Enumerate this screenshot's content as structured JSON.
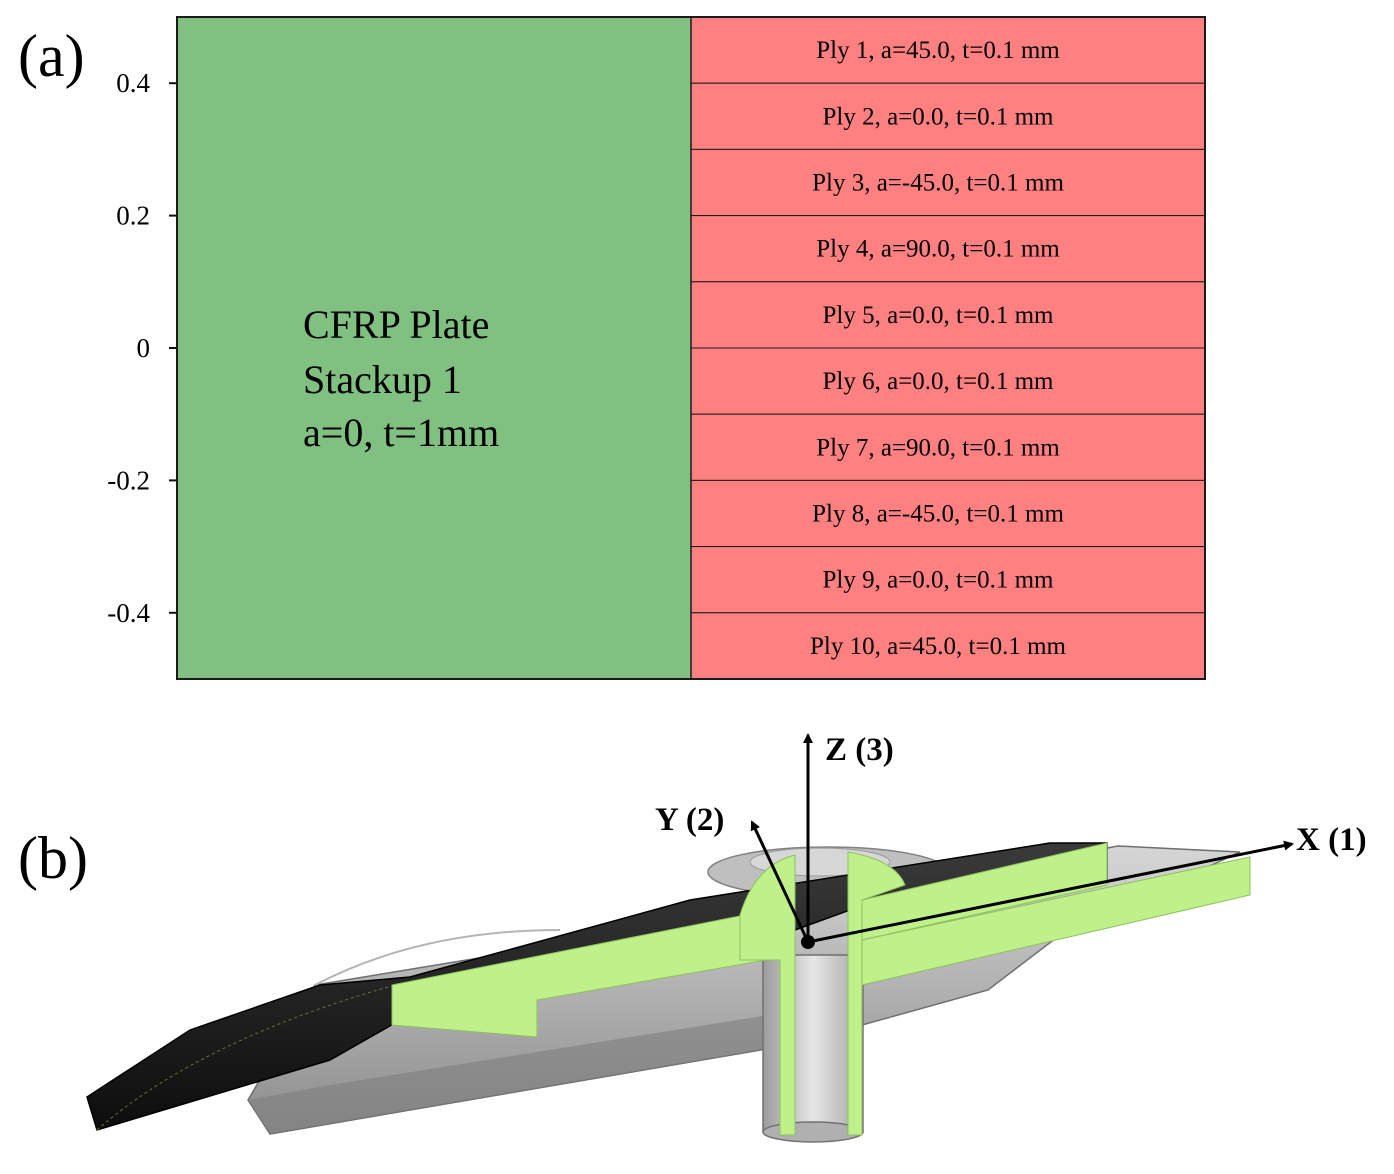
{
  "panel_a": {
    "label": "(a)",
    "plate_lines": [
      "CFRP Plate",
      "Stackup 1",
      "a=0, t=1mm"
    ],
    "ylim": [
      -0.5,
      0.5
    ],
    "y_ticks": [
      {
        "value": 0.4,
        "label": "0.4"
      },
      {
        "value": 0.2,
        "label": "0.2"
      },
      {
        "value": 0,
        "label": "0"
      },
      {
        "value": -0.2,
        "label": "-0.2"
      },
      {
        "value": -0.4,
        "label": "-0.4"
      }
    ],
    "plies": [
      {
        "label": "Ply 1, a=45.0, t=0.1 mm",
        "z_top": 0.5,
        "z_bottom": 0.4
      },
      {
        "label": "Ply 2, a=0.0, t=0.1 mm",
        "z_top": 0.4,
        "z_bottom": 0.3
      },
      {
        "label": "Ply 3, a=-45.0, t=0.1 mm",
        "z_top": 0.3,
        "z_bottom": 0.2
      },
      {
        "label": "Ply 4, a=90.0, t=0.1 mm",
        "z_top": 0.2,
        "z_bottom": 0.1
      },
      {
        "label": "Ply 5, a=0.0, t=0.1 mm",
        "z_top": 0.1,
        "z_bottom": 0.0
      },
      {
        "label": "Ply 6, a=0.0, t=0.1 mm",
        "z_top": 0.0,
        "z_bottom": -0.1
      },
      {
        "label": "Ply 7, a=90.0, t=0.1 mm",
        "z_top": -0.1,
        "z_bottom": -0.2
      },
      {
        "label": "Ply 8, a=-45.0, t=0.1 mm",
        "z_top": -0.2,
        "z_bottom": -0.3
      },
      {
        "label": "Ply 9, a=0.0, t=0.1 mm",
        "z_top": -0.3,
        "z_bottom": -0.4
      },
      {
        "label": "Ply 10, a=45.0, t=0.1 mm",
        "z_top": -0.4,
        "z_bottom": -0.5
      }
    ],
    "colors": {
      "plate": "#80c080",
      "ply": "#ff8080",
      "border": "#1a1a1a"
    }
  },
  "panel_b": {
    "label": "(b)",
    "axes": {
      "x": "X (1)",
      "y": "Y (2)",
      "z": "Z (3)"
    },
    "colors": {
      "section": "#c0f08a",
      "dark_part": "#1a1a1a",
      "grey_part": "#9a9a9a"
    }
  }
}
